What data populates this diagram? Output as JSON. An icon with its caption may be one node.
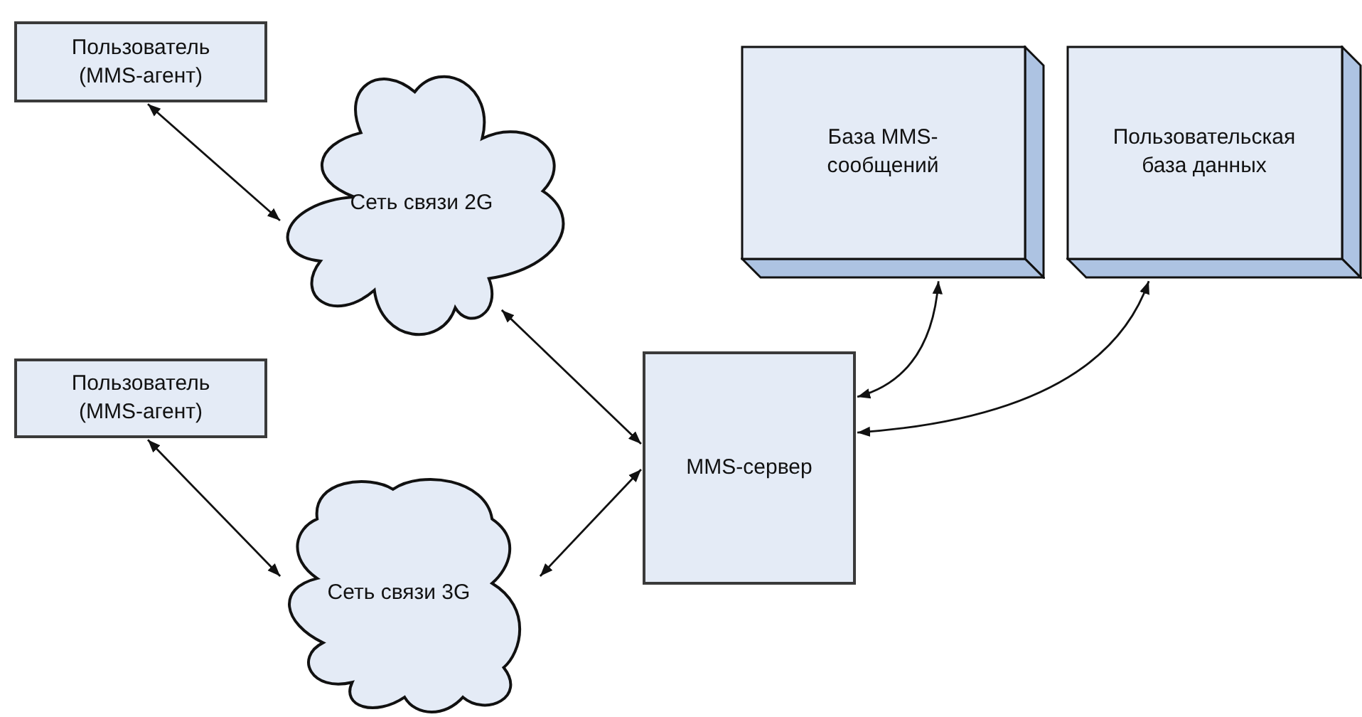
{
  "diagram": {
    "nodes": [
      {
        "text": [
          "Пользователь (MMS-агент)"
        ]
      },
      {
        "text": [
          "Сеть связи 2G"
        ]
      },
      {
        "text": [
          "Пользователь (MMS-агент)"
        ]
      },
      {
        "text": [
          "Сеть связи 3G"
        ]
      },
      {
        "text": [
          "MMS-сервер"
        ]
      },
      {
        "text": [
          "База MMS-сообщений"
        ]
      },
      {
        "text": [
          "Пользовательская база данных"
        ]
      }
    ],
    "edges": [
      {
        "from": 0,
        "to": 1,
        "arrow": "both"
      },
      {
        "from": 1,
        "to": 4,
        "arrow": "both"
      },
      {
        "from": 2,
        "to": 3,
        "arrow": "both"
      },
      {
        "from": 3,
        "to": 4,
        "arrow": "both"
      },
      {
        "from": 4,
        "to": 5,
        "arrow": "both"
      },
      {
        "from": 4,
        "to": 6,
        "arrow": "both"
      }
    ]
  }
}
